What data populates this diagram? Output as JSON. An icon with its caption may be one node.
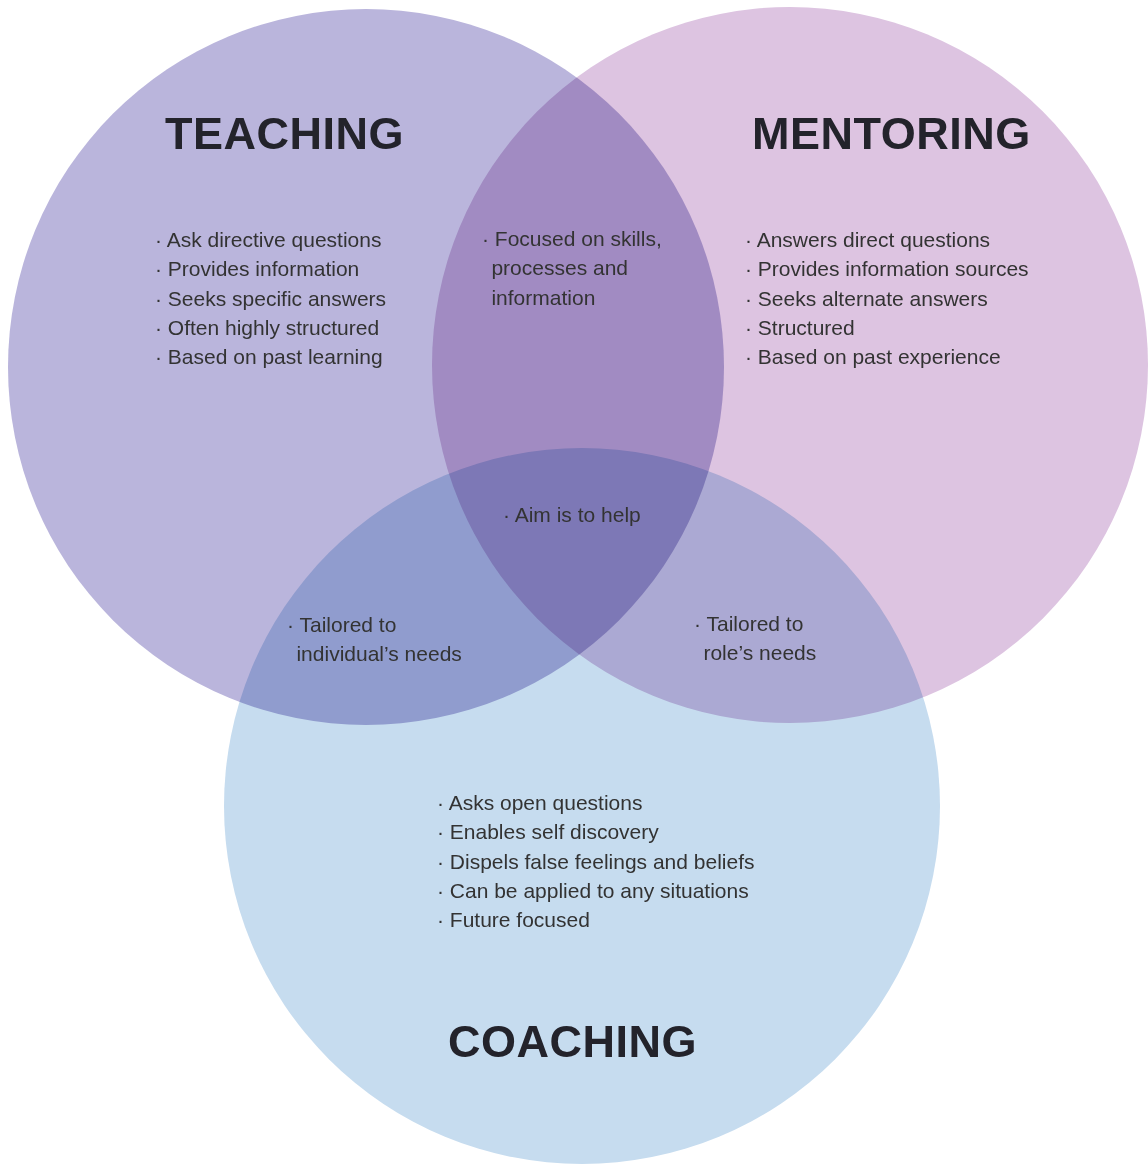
{
  "diagram": {
    "nodes": [
      {
        "text": [
          "TEACHING",
          "· Ask directive questions",
          "· Provides information",
          "· Seeks specific answers",
          "· Often highly structured",
          "· Based on past learning"
        ]
      },
      {
        "text": [
          "MENTORING",
          "· Answers direct questions",
          "· Provides information sources",
          "· Seeks alternate answers",
          "· Structured",
          "· Based on past experience"
        ]
      },
      {
        "text": [
          "· Asks open questions",
          "· Enables self discovery",
          "· Dispels false feelings and beliefs",
          "· Can be applied to any situations",
          "· Future focused",
          "COACHING"
        ]
      }
    ],
    "labels": [
      "· Focused on skills, processes and information",
      "· Aim is to help",
      "· Tailored to individual’s needs",
      "· Tailored to role’s needs"
    ]
  }
}
